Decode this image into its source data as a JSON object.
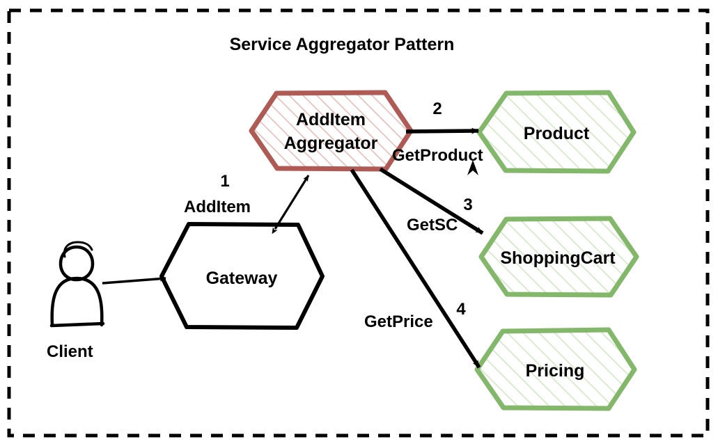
{
  "diagram": {
    "title": "Service Aggregator Pattern",
    "border": {
      "style": "dashed",
      "color": "#000000"
    },
    "colors": {
      "background": "#ffffff",
      "stroke_black": "#000000",
      "aggregator_border": "#b05a55",
      "aggregator_hatch": "#e8b5b1",
      "service_border": "#83b86a",
      "service_hatch": "#cfe4c2",
      "text": "#000000"
    },
    "actors": [
      {
        "id": "client",
        "label": "Client",
        "icon": "person-icon"
      }
    ],
    "nodes": [
      {
        "id": "gateway",
        "label": "Gateway",
        "shape": "hexagon",
        "style": "plain"
      },
      {
        "id": "aggregator",
        "label_line1": "AddItem",
        "label_line2": "Aggregator",
        "shape": "hexagon",
        "style": "aggregator"
      },
      {
        "id": "product",
        "label": "Product",
        "shape": "hexagon",
        "style": "service"
      },
      {
        "id": "shoppingcart",
        "label": "ShoppingCart",
        "shape": "hexagon",
        "style": "service"
      },
      {
        "id": "pricing",
        "label": "Pricing",
        "shape": "hexagon",
        "style": "service"
      }
    ],
    "edges": [
      {
        "id": "client-gateway",
        "from": "client",
        "to": "gateway",
        "number": "",
        "label": "",
        "arrow": "single"
      },
      {
        "id": "gateway-aggregator",
        "from": "gateway",
        "to": "aggregator",
        "number": "1",
        "label": "AddItem",
        "arrow": "double"
      },
      {
        "id": "aggregator-product",
        "from": "aggregator",
        "to": "product",
        "number": "2",
        "label": "GetProduct",
        "arrow": "single"
      },
      {
        "id": "aggregator-shoppingcart",
        "from": "aggregator",
        "to": "shoppingcart",
        "number": "3",
        "label": "GetSC",
        "arrow": "single"
      },
      {
        "id": "aggregator-pricing",
        "from": "aggregator",
        "to": "pricing",
        "number": "4",
        "label": "GetPrice",
        "arrow": "single"
      }
    ]
  }
}
